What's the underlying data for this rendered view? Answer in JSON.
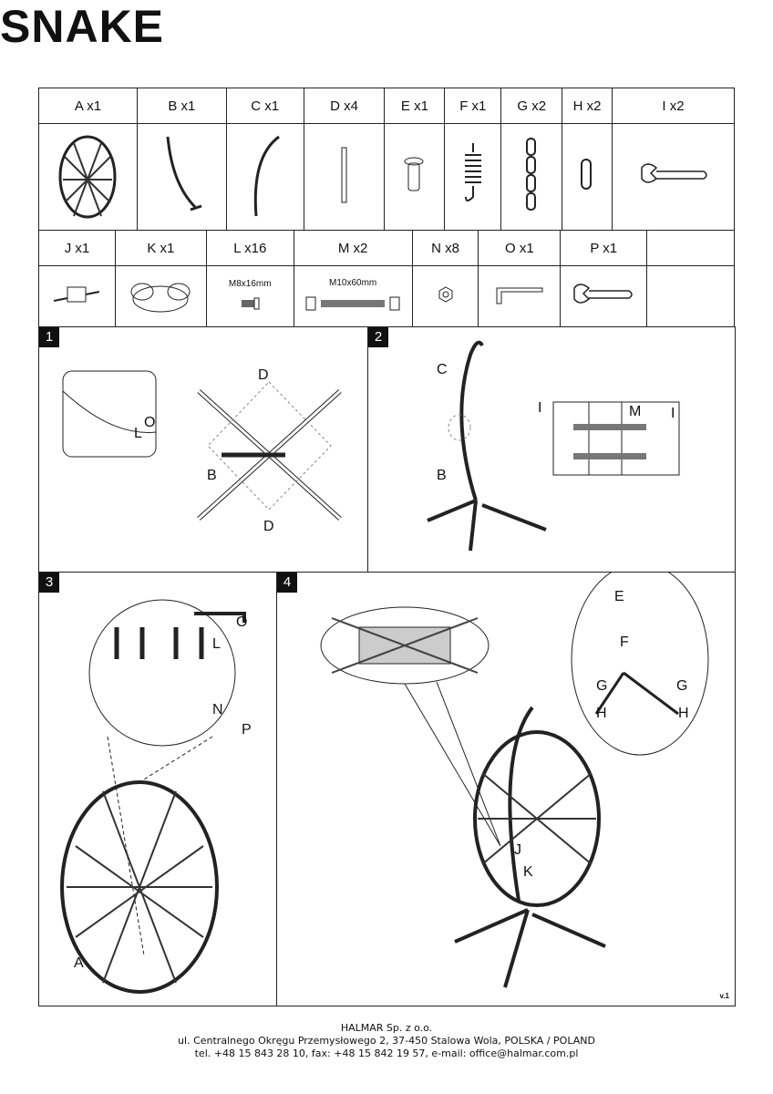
{
  "title": "SNAKE",
  "parts_row1": [
    {
      "label": "A x1"
    },
    {
      "label": "B x1"
    },
    {
      "label": "C x1"
    },
    {
      "label": "D x4"
    },
    {
      "label": "E x1"
    },
    {
      "label": "F x1"
    },
    {
      "label": "G x2"
    },
    {
      "label": "H x2"
    },
    {
      "label": "I x2"
    }
  ],
  "parts_row2": [
    {
      "label": "J x1"
    },
    {
      "label": "K x1"
    },
    {
      "label": "L x16",
      "size": "M8x16mm"
    },
    {
      "label": "M x2",
      "size": "M10x60mm"
    },
    {
      "label": "N x8"
    },
    {
      "label": "O x1"
    },
    {
      "label": "P x1"
    }
  ],
  "steps": [
    {
      "num": "1",
      "labels": [
        "D",
        "D",
        "B",
        "L",
        "O"
      ]
    },
    {
      "num": "2",
      "labels": [
        "C",
        "B",
        "I",
        "M",
        "I"
      ]
    },
    {
      "num": "3",
      "labels": [
        "O",
        "L",
        "N",
        "P",
        "A"
      ]
    },
    {
      "num": "4",
      "labels": [
        "E",
        "F",
        "G",
        "G",
        "H",
        "H",
        "J",
        "K"
      ]
    }
  ],
  "version": "v.1",
  "footer": {
    "company": "HALMAR Sp. z o.o.",
    "address": "ul. Centralnego Okręgu Przemysłowego 2, 37-450 Stalowa Wola, POLSKA / POLAND",
    "contact": "tel. +48 15 843 28 10, fax: +48 15 842 19 57, e-mail: office@halmar.com.pl"
  }
}
